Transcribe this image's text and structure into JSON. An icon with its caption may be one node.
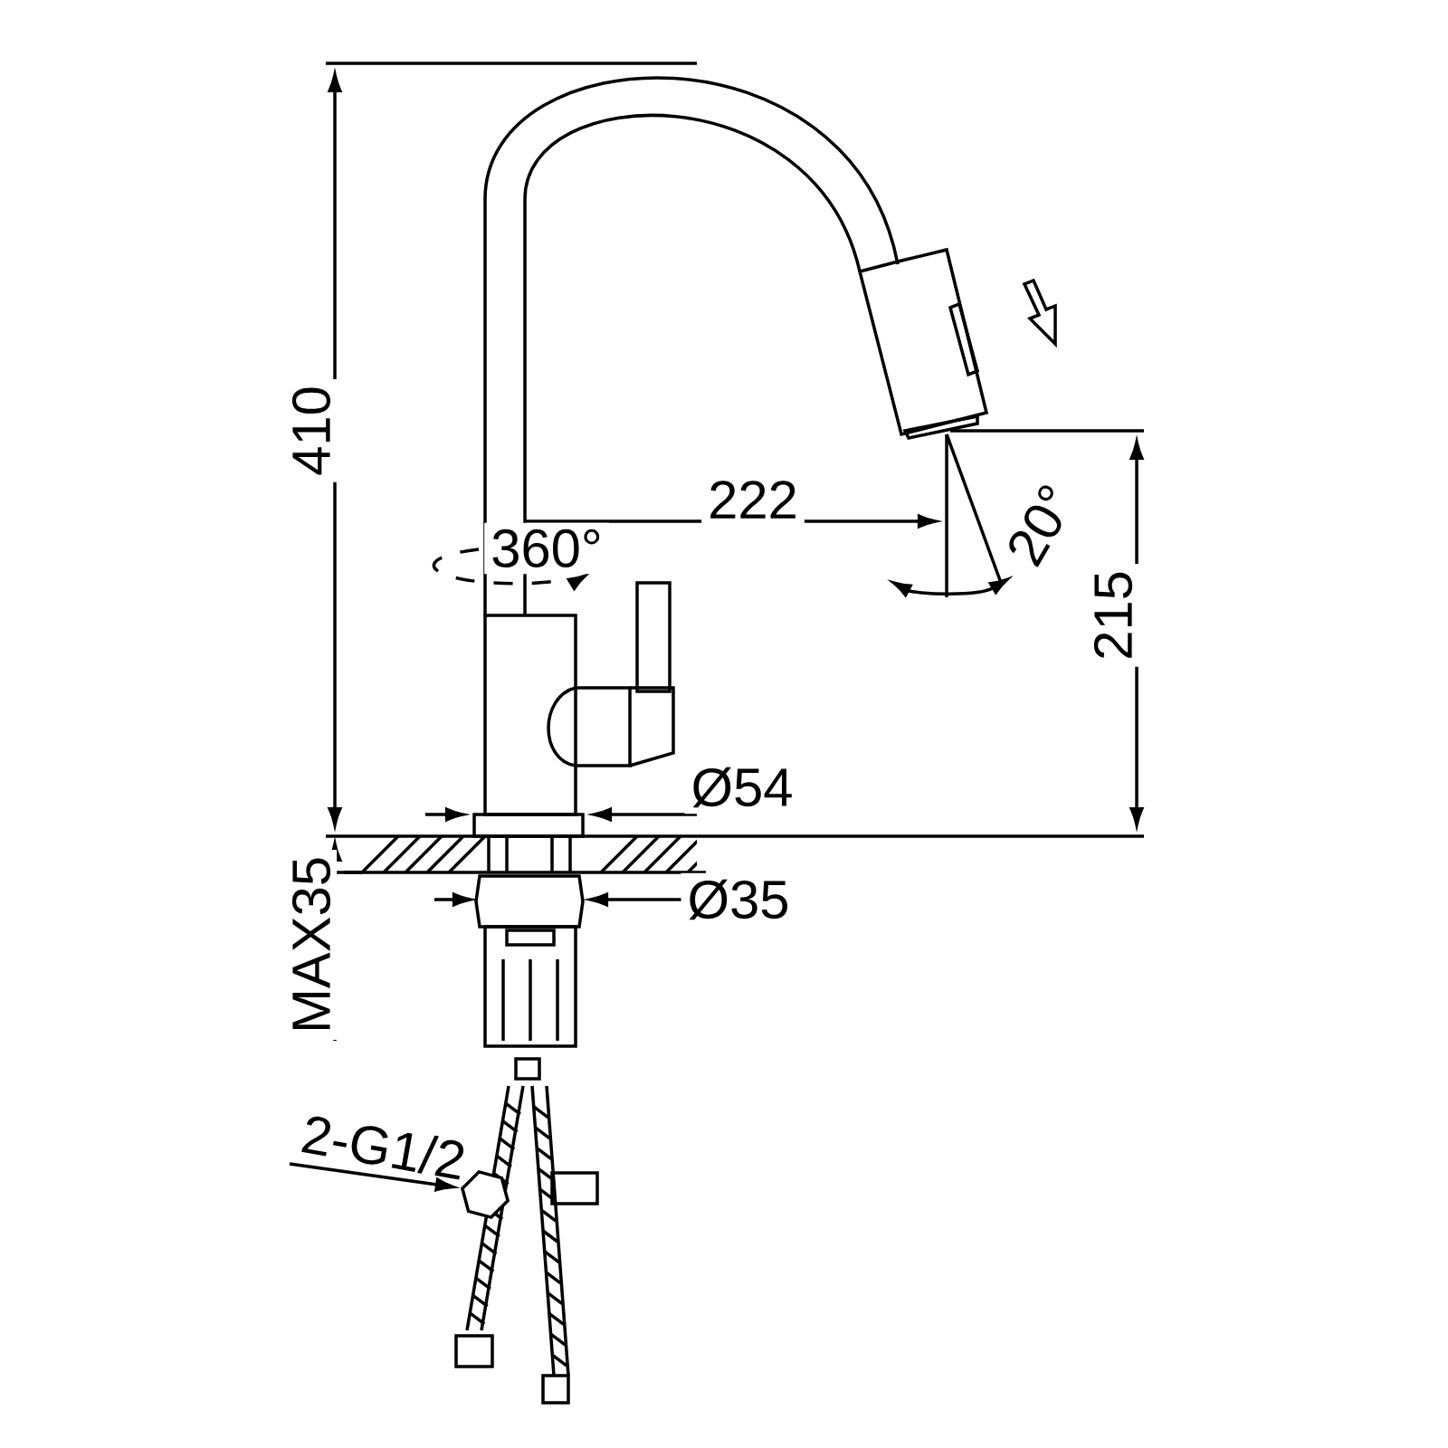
{
  "diagram": {
    "nodes": [
      {
        "text": [
          "2-G1/2"
        ]
      },
      {
        "text": [],
        "shape": "picture"
      }
    ],
    "edges": [
      {
        "from": 0,
        "to": 1,
        "arrow": "to"
      }
    ],
    "labels": [
      "410",
      "222",
      "360°",
      "20°",
      "215",
      "Ø54",
      "Ø35",
      "MAX35"
    ]
  }
}
